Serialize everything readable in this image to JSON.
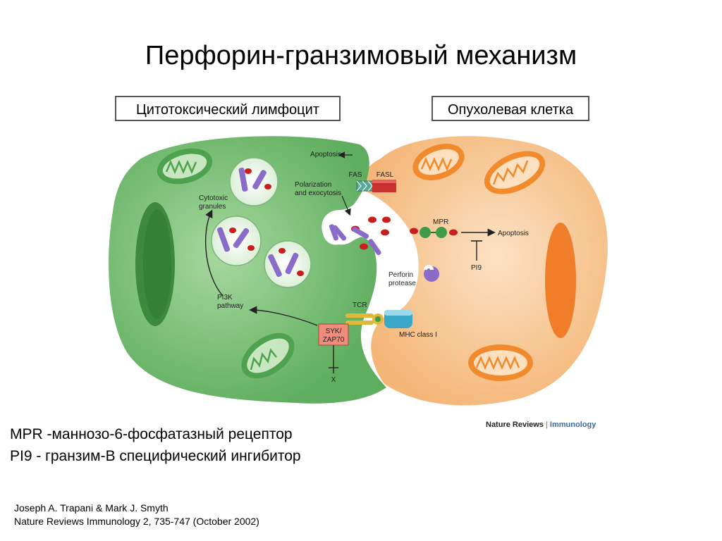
{
  "title": "Перфорин-гранзимовый механизм",
  "labels": {
    "lymphocyte": "Цитотоксический лимфоцит",
    "tumor": "Опухолевая клетка"
  },
  "diagram": {
    "apoptosis_left": "Apoptosis",
    "fas": "FAS",
    "fasl": "FASL",
    "polarization_1": "Polarization",
    "polarization_2": "and exocytosis",
    "granules_1": "Cytotoxic",
    "granules_2": "granules",
    "mpr": "MPR",
    "apoptosis_right": "Apoptosis",
    "pi9": "PI9",
    "perforin_1": "Perforin",
    "perforin_2": "protease",
    "pi3k_1": "PI3K",
    "pi3k_2": "pathway",
    "tcr": "TCR",
    "syk_1": "SYK/",
    "syk_2": "ZAP70",
    "x": "X",
    "mhc": "MHC class I"
  },
  "source_badge": {
    "brand": "Nature Reviews",
    "separator": "|",
    "journal": "Immunology"
  },
  "legend": [
    "MPR -маннозо-6-фосфатазный рецептор",
    "PI9 - гранзим-В специфический ингибитор"
  ],
  "credit": [
    "Joseph A. Trapani & Mark J. Smyth",
    "Nature Reviews Immunology 2, 735-747 (October 2002)"
  ],
  "colors": {
    "lymphocyte": "#7ec27a",
    "tumor": "#f7c594",
    "mitochondria_green": "#4ea24e",
    "mitochondria_orange": "#f08a2c",
    "granzyme": "#c81e1e",
    "perforin": "#8a6cc8"
  }
}
